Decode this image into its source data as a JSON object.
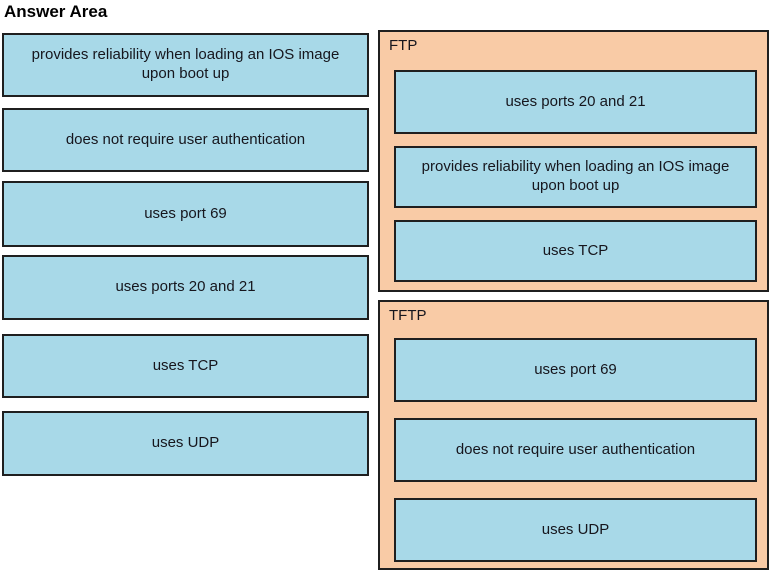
{
  "title": "Answer Area",
  "colors": {
    "item_fill": "#a8d9e8",
    "group_fill": "#f9cba6",
    "border": "#1f1f1f",
    "text": "#16161d"
  },
  "source_items": [
    {
      "label": "provides reliability when loading an IOS image upon boot up"
    },
    {
      "label": "does not require user authentication"
    },
    {
      "label": "uses port 69"
    },
    {
      "label": "uses ports 20 and 21"
    },
    {
      "label": "uses TCP"
    },
    {
      "label": "uses UDP"
    }
  ],
  "targets": [
    {
      "label": "FTP",
      "items": [
        "uses ports 20 and 21",
        "provides reliability when loading an IOS image upon boot up",
        "uses TCP"
      ]
    },
    {
      "label": "TFTP",
      "items": [
        "uses port 69",
        "does not require user authentication",
        "uses UDP"
      ]
    }
  ]
}
